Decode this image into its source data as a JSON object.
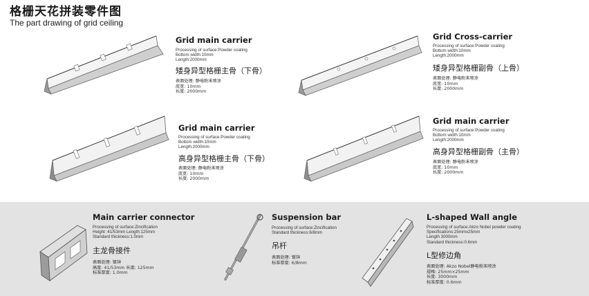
{
  "header": {
    "title_cn": "格栅天花拼装零件图",
    "title_en": "The part drawing of grid ceiling"
  },
  "products": [
    {
      "id": "p1",
      "name": "Grid main carrier",
      "specs": [
        "Processing of surface:Powder coating",
        "Bottom width:10mm",
        "Length:2000mm"
      ],
      "name_cn": "矮身异型格栅主骨（下骨）",
      "specs_cn": [
        "表面处理:   静电粉末喷涂",
        "底宽:   10mm",
        "长度:   2000mm"
      ]
    },
    {
      "id": "p2",
      "name": "Grid Cross-carrier",
      "specs": [
        "Processing of surface:Powder coating",
        "Bottom width:10mm",
        "Length:2000mm"
      ],
      "name_cn": "矮身异型格栅副骨（上骨）",
      "specs_cn": [
        "表面处理:   静电粉末喷涂",
        "底宽:   10mm",
        "长度:   2000mm"
      ]
    },
    {
      "id": "p3",
      "name": "Grid main carrier",
      "specs": [
        "Processing of surface:Powder coating",
        "Bottom width:10mm",
        "Length:2000mm"
      ],
      "name_cn": "高身异型格栅主骨（下骨）",
      "specs_cn": [
        "表面处理:   静电粉末喷涂",
        "底宽:   10mm",
        "长度:   2000mm"
      ]
    },
    {
      "id": "p4",
      "name": "Grid main carrier",
      "specs": [
        "Processing of surface:Powder coating",
        "Bottom width:10mm",
        "Length:2000mm"
      ],
      "name_cn": "高身异型格栅副骨（主骨）",
      "specs_cn": [
        "表面处理:   静电粉末喷涂",
        "底宽:   10mm",
        "长度:   2000mm"
      ]
    }
  ],
  "accessories": [
    {
      "id": "a1",
      "name": "Main carrier connector",
      "specs": [
        "Processing of surface:Zincification",
        "Height :41/53mm    Length:125mm",
        "Standard thickness:1.0mm"
      ],
      "name_cn": "主龙骨接件",
      "specs_cn": [
        "表面处理:   镀锌",
        "高度:   41/53mm    长度:   125mm",
        "标准厚度:   1.0mm"
      ]
    },
    {
      "id": "a2",
      "name": "Suspension bar",
      "specs": [
        "Processing of surface:Zincification",
        "Standard thickness:6/8mm"
      ],
      "name_cn": "吊杆",
      "specs_cn": [
        "表面处理:   镀锌",
        "标准厚度:   6/8mm"
      ]
    },
    {
      "id": "a3",
      "name": "L-shaped Wall angle",
      "specs": [
        "Processing of surface:Akzo  Nobel powder coating",
        "Specifications:25mmx25mm",
        "Length 3000mm",
        "Standard thickness:0.6mm"
      ],
      "name_cn": "L型修边角",
      "specs_cn": [
        "表面处理:   Akzo  Nobel静电粉末喷涂",
        "规格:   25mm×25mm",
        "长度:   3000mm",
        "标准厚度:   0.6mm"
      ]
    }
  ],
  "colors": {
    "panel_bg": "#e3e3e3",
    "metal_light": "#f2f2f2",
    "metal_mid": "#cfcfcf",
    "metal_dark": "#8e8e8e",
    "outline": "#555555"
  }
}
